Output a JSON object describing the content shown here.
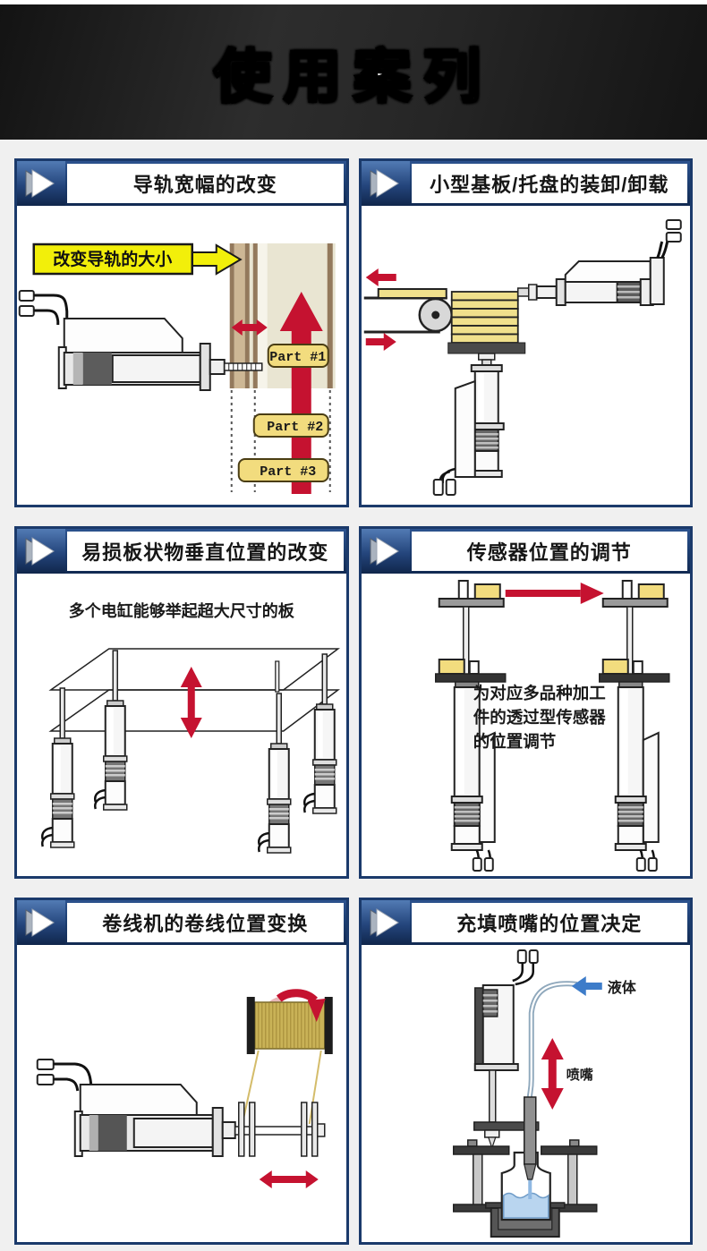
{
  "banner": {
    "title": "使用案列"
  },
  "panels": [
    {
      "title": "导轨宽幅的改变"
    },
    {
      "title": "小型基板/托盘的装卸/卸载"
    },
    {
      "title": "易损板状物垂直位置的改变"
    },
    {
      "title": "传感器位置的调节"
    },
    {
      "title": "卷线机的卷线位置变换"
    },
    {
      "title": "充填喷嘴的位置决定"
    }
  ],
  "panel_rail": {
    "callout": "改变导轨的大小",
    "parts": [
      "Part #1",
      "Part #2",
      "Part #3"
    ]
  },
  "panel_plate": {
    "note": "多个电缸能够举起超大尺寸的板"
  },
  "panel_sensor": {
    "note_line1": "为对应多品种加工",
    "note_line2": "件的透过型传感器",
    "note_line3": "的位置调节"
  },
  "panel_nozzle": {
    "liquid_label": "液体",
    "nozzle_label": "喷嘴"
  },
  "colors": {
    "panel_border_navy": "#1b3a6b",
    "header_navy": "#1d3f73",
    "accent_red": "#c51230",
    "callout_yellow": "#f2ef0a",
    "part_badge_yellow": "#f2dc7e",
    "workpiece_yellow": "#f0e08c",
    "rail_brown": "#93795c",
    "rail_beige": "#e9e5d2",
    "spool_gold": "#c9b257",
    "liquid_blue": "#b9d5ef",
    "liquid_arrow_blue": "#3d7cc9"
  }
}
